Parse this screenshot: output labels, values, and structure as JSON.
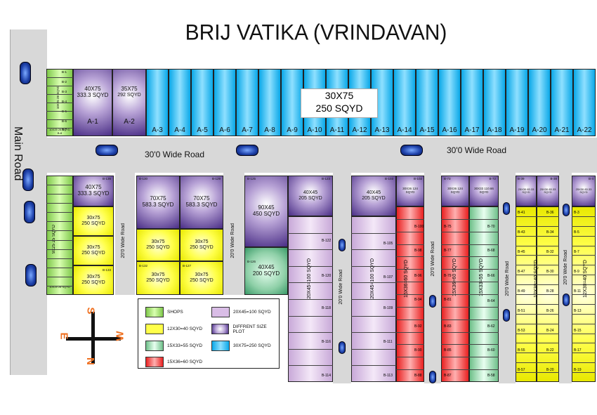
{
  "title": "BRIJ VATIKA (VRINDAVAN)",
  "main_road": "Main Road",
  "road_h1": "30'0 Wide Road",
  "road_h2": "30'0 Wide Road",
  "road_v": "20'0 Wide Road",
  "top_row": {
    "blue_center_dim": "30X75",
    "blue_center_area": "250 SQYD",
    "a1": {
      "dim": "40X75",
      "area": "333.3 SQYD",
      "label": "A-1"
    },
    "a2": {
      "dim": "35X75",
      "area": "292 SQYD",
      "label": "A-2"
    },
    "labels": [
      "A-3",
      "A-4",
      "A-5",
      "A-6",
      "A-7",
      "A-8",
      "A-9",
      "A-10",
      "A-11",
      "A-12",
      "A-13",
      "A-14",
      "A-15",
      "A-16",
      "A-17",
      "A-18",
      "A-19",
      "A-20",
      "A-21",
      "A-22"
    ],
    "shops": [
      "B-1",
      "B-2",
      "B-3",
      "B-4",
      "B-5",
      "B-6",
      "B-7"
    ],
    "shops_dim": "10X25 28 SQYD",
    "shops_corner": "10X25 28 SQYD B-8"
  },
  "block1": {
    "b136": "B-136",
    "top": {
      "dim": "40X75",
      "area": "333.3 SQYD"
    },
    "y1": {
      "dim": "30x75",
      "area": "250 SQYD"
    },
    "y2": {
      "dim": "30x75",
      "area": "250 SQYD"
    },
    "y3": {
      "dim": "30x75",
      "area": "250 SQYD"
    },
    "b133": "B-133",
    "shops_dim": "9X25 25 SQYD",
    "shops_corner": "10X25 28 SQYD"
  },
  "block2": {
    "b130": "B-130",
    "b129": "B-129",
    "p1": {
      "dim": "70X75",
      "area": "583.3 SQYD"
    },
    "p2": {
      "dim": "70X75",
      "area": "583.3 SQYD"
    },
    "y1": {
      "dim": "30x75",
      "area": "250 SQYD"
    },
    "y2": {
      "dim": "30x75",
      "area": "250 SQYD"
    },
    "y3": {
      "dim": "30x75",
      "area": "250 SQYD"
    },
    "y4": {
      "dim": "30x75",
      "area": "250 SQYD"
    },
    "b132": "B-132",
    "b127": "B-127"
  },
  "block3": {
    "b125": "B-125",
    "p1": {
      "dim": "90X45",
      "area": "450 SQYD"
    },
    "b126": "B-126",
    "g1": {
      "dim": "40X45",
      "area": "200 SQYD"
    },
    "top": {
      "dim": "40X45",
      "area": "205 SQYD"
    },
    "b123": "B-123",
    "vert": "20X45=100 SQYD",
    "nums": [
      "B-122",
      "B-120",
      "B-118",
      "B-116",
      "B-114"
    ]
  },
  "block4": {
    "top": {
      "dim": "40X45",
      "area": "205 SQYD"
    },
    "b103": "B-103",
    "b102": "B-102",
    "vert": "20X45=100 SQYD",
    "nums": [
      "B-105",
      "B-107",
      "B-109",
      "B-111",
      "B-113"
    ],
    "red_top": "30X36 124 SQYD",
    "red_vert": "15X36=60 SQYD",
    "red_nums": [
      "B-100",
      "B-98",
      "B-96",
      "B-94",
      "B-92",
      "B-90",
      "B-88"
    ]
  },
  "block5": {
    "b73": "B-73",
    "b72": "B-72",
    "red_top": "30X36 124 SQYD",
    "green_top": "30X33 110.66 SQYD",
    "red_vert": "15X36=60 SQYD",
    "green_vert": "15X33=55 SQYD",
    "red_nums": [
      "B-75",
      "B-77",
      "B-79",
      "B-81",
      "B-83",
      "B-85",
      "B-87"
    ],
    "green_nums": [
      "B-70",
      "B-68",
      "B-66",
      "B-64",
      "B-62",
      "B-60",
      "B-58"
    ]
  },
  "block6": {
    "b39": "B-39",
    "b38": "B-38",
    "top1": "25X30 83.33 SQYD",
    "top2": "25X30 83.33 SQYD",
    "vert": "12X30=40 SQYD",
    "left_nums": [
      "B-41",
      "B-43",
      "B-45",
      "B-47",
      "B-49",
      "B-51",
      "B-53",
      "B-55",
      "B-57"
    ],
    "right_nums": [
      "B-36",
      "B-34",
      "B-32",
      "B-30",
      "B-28",
      "B-26",
      "B-24",
      "B-22",
      "B-20"
    ]
  },
  "block7": {
    "b4": "B-4",
    "top": "25X30 83.33 SQYD",
    "vert": "12X30=40 SQYD",
    "nums": [
      "B-3",
      "B-5",
      "B-7",
      "B-9",
      "B-11",
      "B-13",
      "B-15",
      "B-17",
      "B-19"
    ]
  },
  "compass": {
    "n": "N",
    "s": "S",
    "e": "E",
    "w": "W"
  },
  "legend": {
    "shops": "SHOPS",
    "y": "12X30=40 SQYD",
    "g": "15X33=55 SQYD",
    "r": "15X36=60 SQYD",
    "lp": "20X45=100 SQYD",
    "dp": "DIFFRENT SIZE PLOT",
    "b": "30X75=250 SQYD"
  },
  "colors": {
    "blue": "#0aa8e8",
    "purple": "#4a2e86",
    "yellow": "#ffff4a",
    "lpurple": "#d9bde6",
    "red": "#e82020",
    "green": "#6fc08a",
    "shops": "#7fc84a"
  }
}
